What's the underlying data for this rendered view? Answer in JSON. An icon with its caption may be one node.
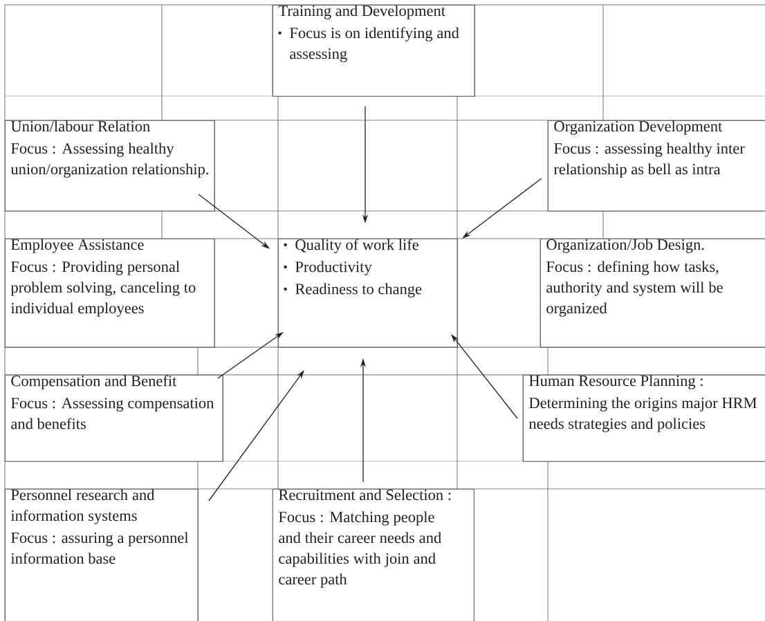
{
  "diagram": {
    "nodes": [
      {
        "text": [
          "Training and Development",
          "Focus is on identifying and assessing"
        ]
      },
      {
        "text": [
          "Union/labour Relation",
          "Focus : Assessing healthy union/organization relationship."
        ]
      },
      {
        "text": [
          "Organization Development",
          "Focus : assessing healthy inter relationship as bell as intra"
        ]
      },
      {
        "text": [
          "Employee Assistance",
          "Focus : Providing personal problem solving, canceling to individual employees"
        ]
      },
      {
        "text": [
          "Quality of work life",
          "Productivity",
          "Readiness to change"
        ]
      },
      {
        "text": [
          "Organization/Job Design.",
          "Focus : defining how tasks, authority and system will be organized"
        ]
      },
      {
        "text": [
          "Compensation and Benefit",
          "Focus : Assessing compensation and benefits"
        ]
      },
      {
        "text": [
          "Human Resource Planning :",
          "Determining the origins major HRM needs strategies and policies"
        ]
      },
      {
        "text": [
          "Personnel research and information systems",
          "Focus : assuring a personnel information base"
        ]
      },
      {
        "text": [
          "Recruitment and Selection :",
          "Focus : Matching people and their career needs and capabilities with join and career path"
        ]
      }
    ],
    "edges": [
      {
        "from": 0,
        "to": 4,
        "arrow": "to"
      },
      {
        "from": 1,
        "to": 4,
        "arrow": "to"
      },
      {
        "from": 2,
        "to": 4,
        "arrow": "to"
      },
      {
        "from": 6,
        "to": 4,
        "arrow": "to"
      },
      {
        "from": 7,
        "to": 4,
        "arrow": "to"
      },
      {
        "from": 8,
        "to": 4,
        "arrow": "to"
      },
      {
        "from": 9,
        "to": 4,
        "arrow": "to"
      }
    ]
  }
}
